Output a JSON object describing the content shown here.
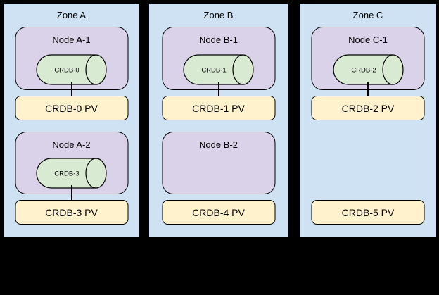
{
  "colors": {
    "background": "#000000",
    "zone_fill": "#cfe2f3",
    "node_fill": "#d9d2e9",
    "cylinder_fill": "#d9ead3",
    "pv_fill": "#fff2cc",
    "line": "#000000",
    "text": "#000000"
  },
  "zones": [
    {
      "label": "Zone A",
      "nodes": [
        {
          "label": "Node A-1",
          "cylinder": "CRDB-0",
          "pv": "CRDB-0 PV"
        },
        {
          "label": "Node A-2",
          "cylinder": "CRDB-3",
          "pv": "CRDB-3 PV"
        }
      ]
    },
    {
      "label": "Zone B",
      "nodes": [
        {
          "label": "Node B-1",
          "cylinder": "CRDB-1",
          "pv": "CRDB-1 PV"
        },
        {
          "label": "Node B-2",
          "cylinder": null,
          "pv": "CRDB-4 PV"
        }
      ]
    },
    {
      "label": "Zone C",
      "nodes": [
        {
          "label": "Node C-1",
          "cylinder": "CRDB-2",
          "pv": "CRDB-2 PV"
        },
        {
          "label": null,
          "cylinder": null,
          "pv": "CRDB-5 PV"
        }
      ]
    }
  ]
}
